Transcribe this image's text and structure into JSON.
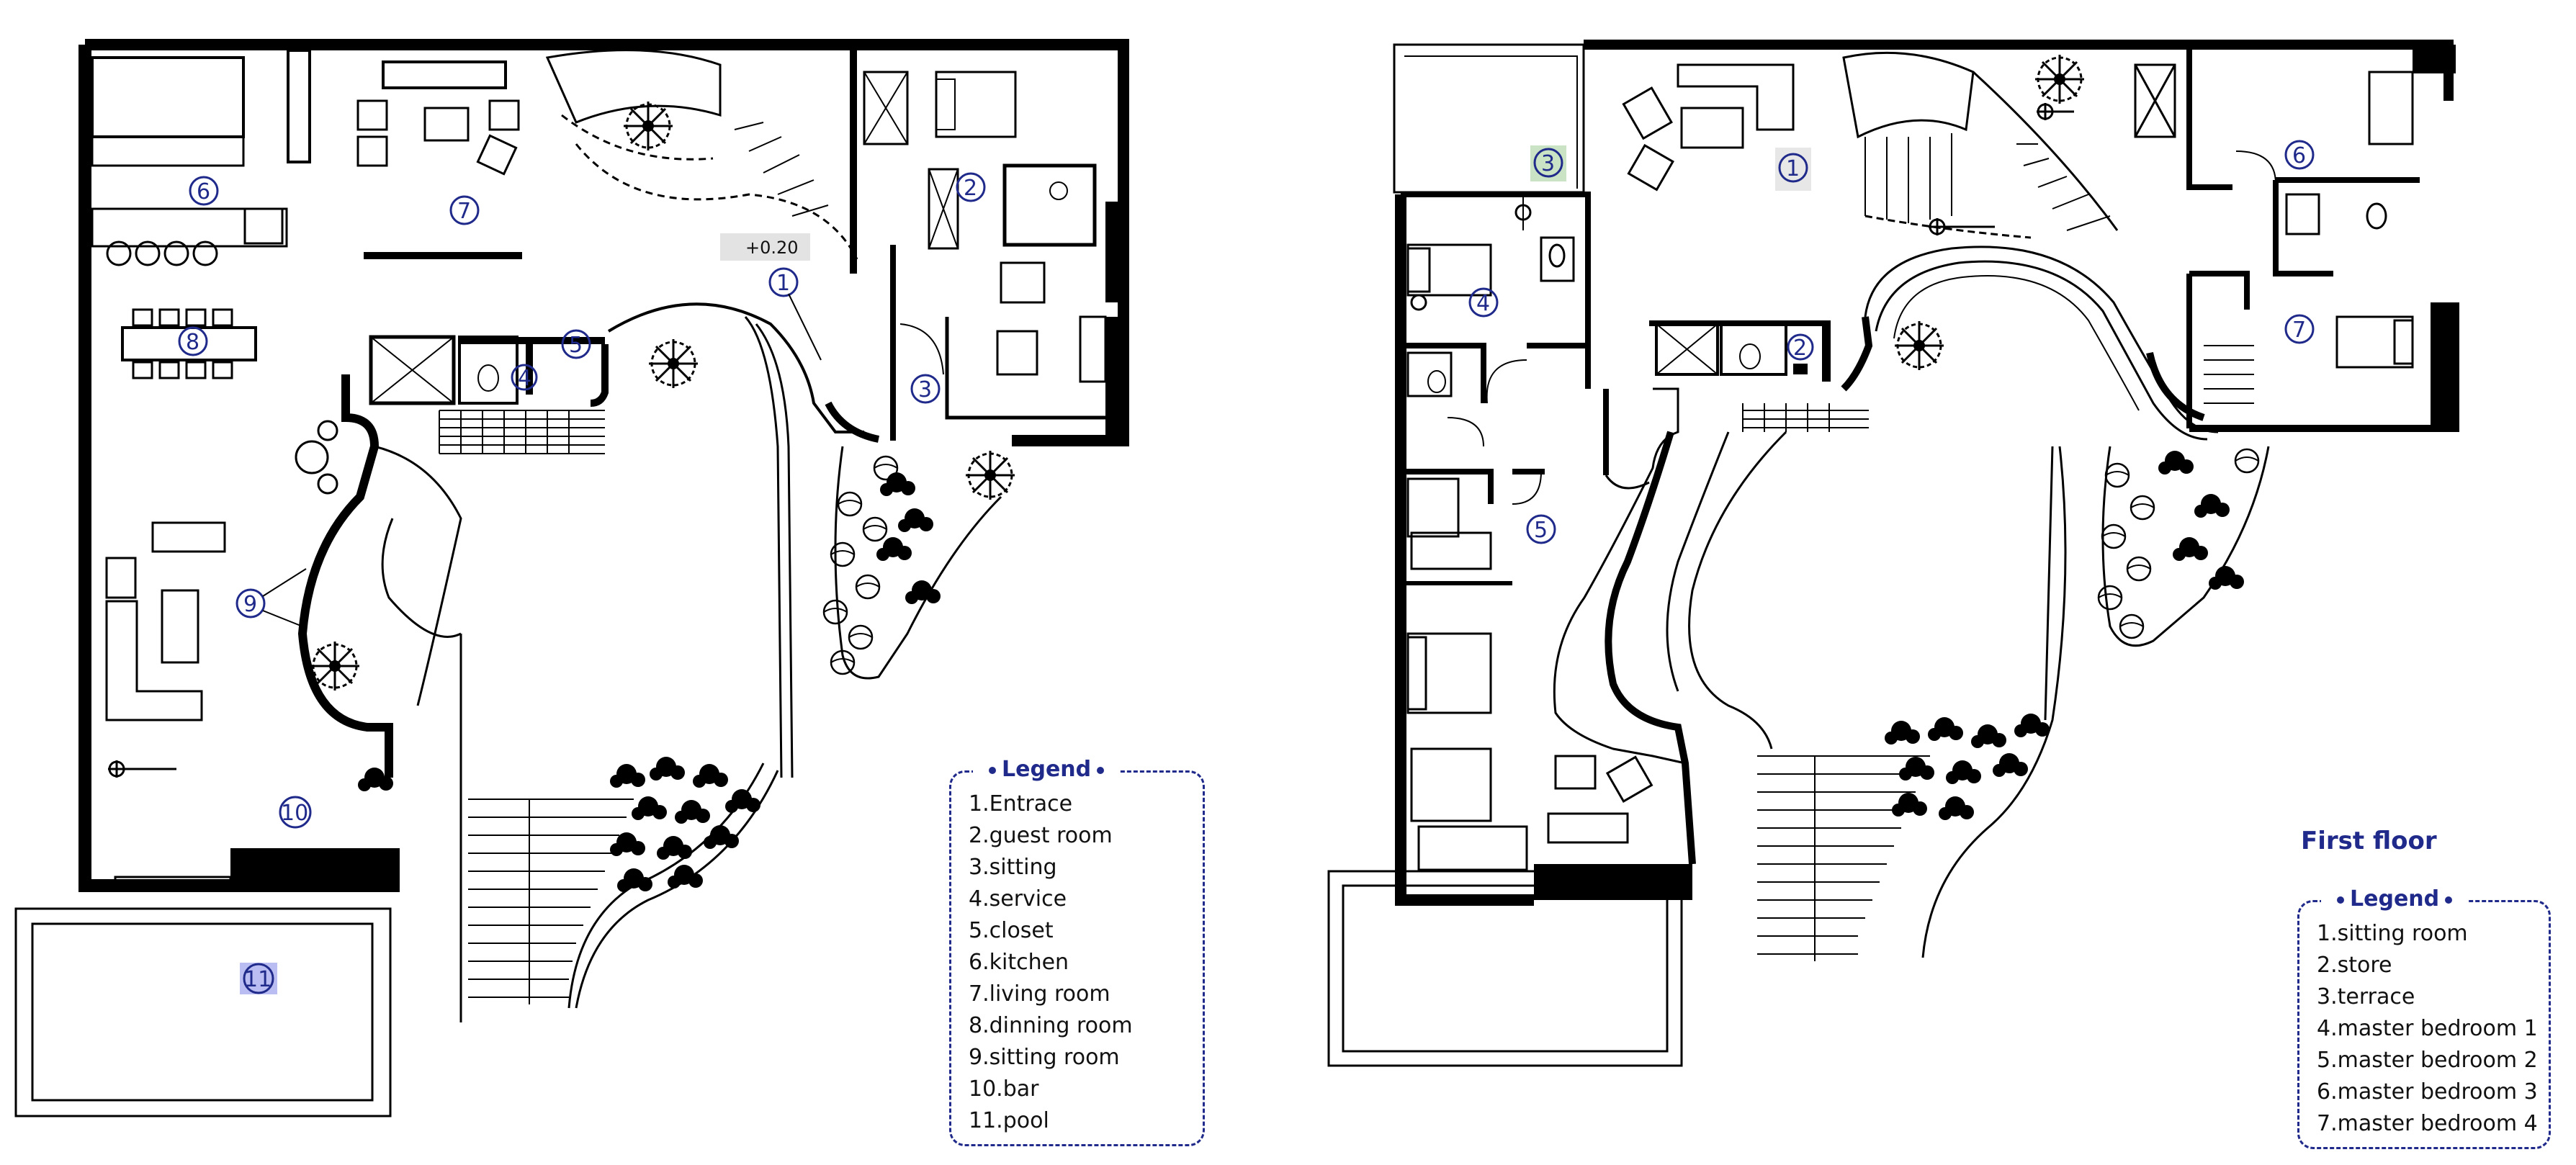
{
  "ground_floor": {
    "elevation_label": "+0.20",
    "markers": [
      "1",
      "2",
      "3",
      "4",
      "5",
      "6",
      "7",
      "8",
      "9",
      "10",
      "11"
    ],
    "legend": {
      "title": "Legend",
      "items": [
        "1.Entrace",
        "2.guest room",
        "3.sitting",
        "4.service",
        "5.closet",
        "6.kitchen",
        "7.living room",
        "8.dinning room",
        "9.sitting room",
        "10.bar",
        "11.pool"
      ]
    }
  },
  "first_floor": {
    "title": "First floor",
    "markers": [
      "1",
      "2",
      "3",
      "4",
      "5",
      "6",
      "7"
    ],
    "legend": {
      "title": "Legend",
      "items": [
        "1.sitting room",
        "2.store",
        "3.terrace",
        "4.master bedroom 1",
        "5.master bedroom 2",
        "6.master bedroom 3",
        "7.master bedroom 4"
      ]
    }
  },
  "colors": {
    "accent": "#1f2a8a",
    "marker_highlight": "#b9bdf2",
    "wall": "#000000"
  }
}
